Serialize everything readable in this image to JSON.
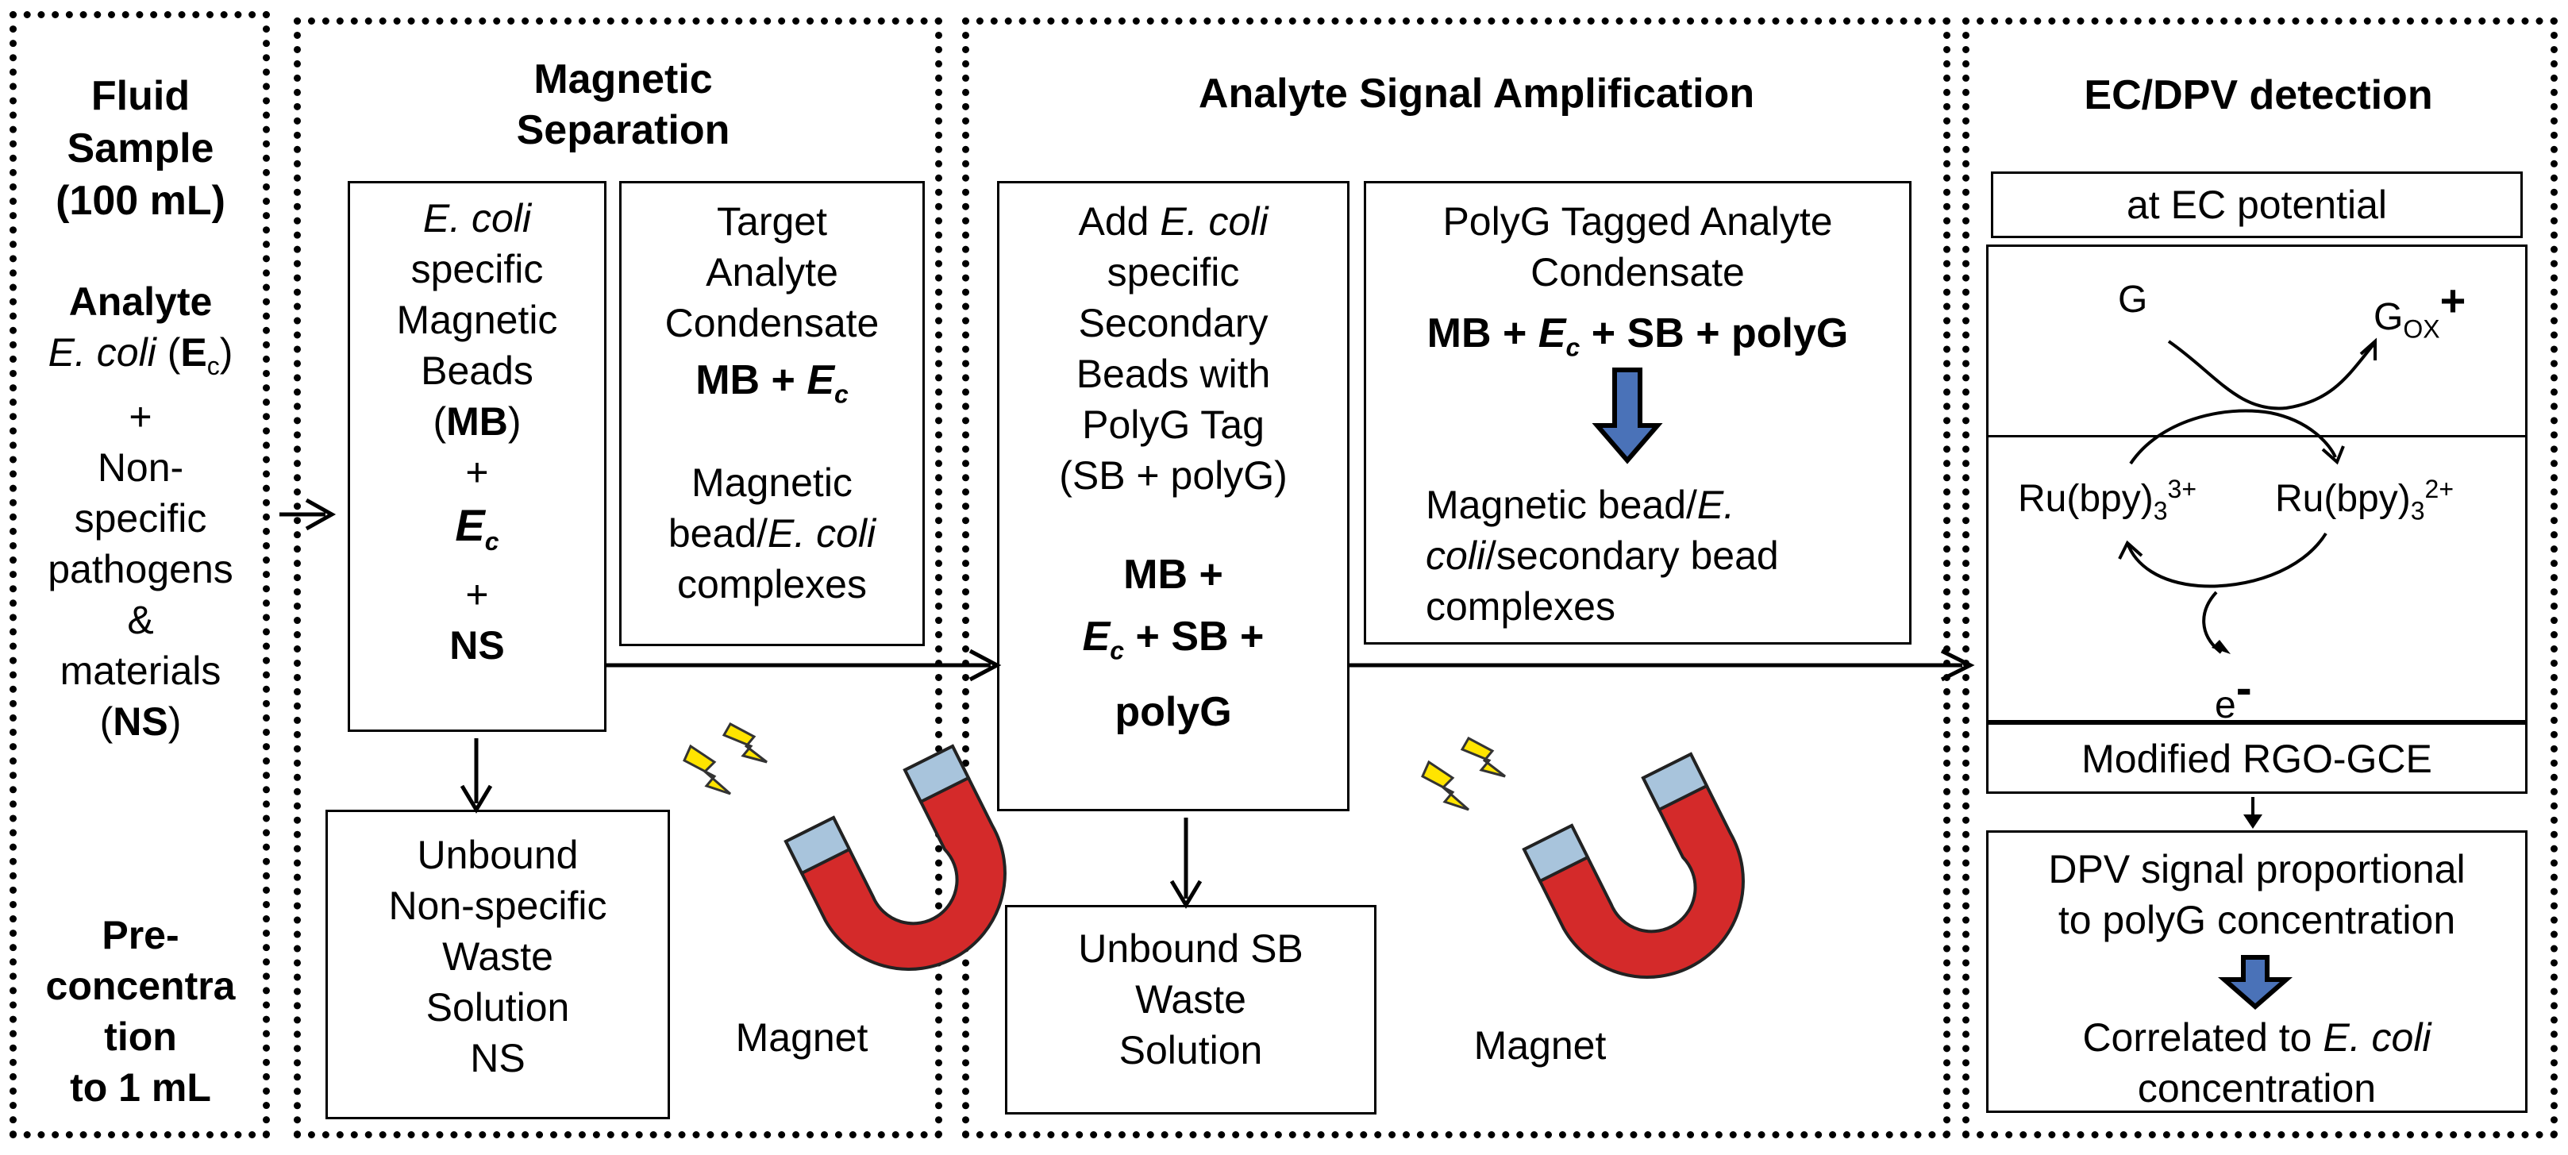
{
  "panel1": {
    "title_lines": [
      "Fluid",
      "Sample",
      "(100 mL)"
    ],
    "analyte_label": "Analyte",
    "ecoli": "E. coli",
    "ec_paren_open": " (",
    "ec_E": "E",
    "ec_c": "c",
    "ec_paren_close": ")",
    "plus": "+",
    "ns_lines": [
      "Non-",
      "specific",
      "pathogens",
      "&",
      "materials"
    ],
    "ns_paren_open": "(",
    "ns_abbr": "NS",
    "ns_paren_close": ")",
    "pre_lines": [
      "Pre-",
      "concentra",
      "tion",
      "to 1 mL"
    ]
  },
  "panel2": {
    "title_lines": [
      "Magnetic",
      "Separation"
    ],
    "beads": {
      "ecoli": "E. coli",
      "lines": [
        "specific",
        "Magnetic",
        "Beads"
      ],
      "mb_open": "(",
      "mb": "MB",
      "mb_close": ")",
      "plus1": "+",
      "ec_E": "E",
      "ec_c": "c",
      "plus2": "+",
      "ns": "NS"
    },
    "condensate": {
      "lines": [
        "Target",
        "Analyte",
        "Condensate"
      ],
      "formula_mb": "MB + ",
      "formula_E": "E",
      "formula_c": "c",
      "complex_line1": "Magnetic",
      "complex_line2a": "bead/",
      "complex_line2b": "E. coli",
      "complex_line3": "complexes"
    },
    "waste_lines": [
      "Unbound",
      "Non-specific",
      "Waste",
      "Solution",
      "NS"
    ],
    "magnet_label": "Magnet"
  },
  "panel3": {
    "title": "Analyte Signal Amplification",
    "secondary": {
      "line1a": "Add ",
      "line1b": "E. coli",
      "lines": [
        "specific",
        "Secondary",
        "Beads with",
        "PolyG Tag",
        "(SB + polyG)"
      ],
      "f1": "MB +",
      "f2_E": "E",
      "f2_c": "c",
      "f2_rest": " + SB +",
      "f3": "polyG"
    },
    "tagged": {
      "lines": [
        "PolyG Tagged Analyte",
        "Condensate"
      ],
      "formula_a": "MB + ",
      "formula_E": "E",
      "formula_c": "c",
      "formula_b": " + SB + polyG",
      "c_line1a": "Magnetic bead/",
      "c_line1b": "E.",
      "c_line2a": "coli",
      "c_line2b": "/secondary bead",
      "c_line3": "complexes"
    },
    "waste_lines": [
      "Unbound SB",
      "Waste",
      "Solution"
    ],
    "magnet_label": "Magnet"
  },
  "panel4": {
    "title": "EC/DPV detection",
    "potential": "at EC potential",
    "g": "G",
    "gox": "G",
    "gox_sub": "OX",
    "gox_sup": "+",
    "ru_left": "Ru(bpy)",
    "ru_left_sub": "3",
    "ru_left_sup": "3+",
    "ru_right": "Ru(bpy)",
    "ru_right_sub": "3",
    "ru_right_sup": "2+",
    "electron": "e",
    "electron_sup": "-",
    "electrode": "Modified RGO-GCE",
    "dpv_line1": "DPV signal proportional",
    "dpv_line2": "to polyG concentration",
    "corr_line1a": "Correlated to ",
    "corr_line1b": "E. coli",
    "corr_line2": "concentration"
  },
  "colors": {
    "down_arrow_fill": "#4a72b8",
    "magnet_red": "#d42a2a",
    "magnet_tip": "#a8c4dc",
    "lightning": "#ffe400"
  }
}
